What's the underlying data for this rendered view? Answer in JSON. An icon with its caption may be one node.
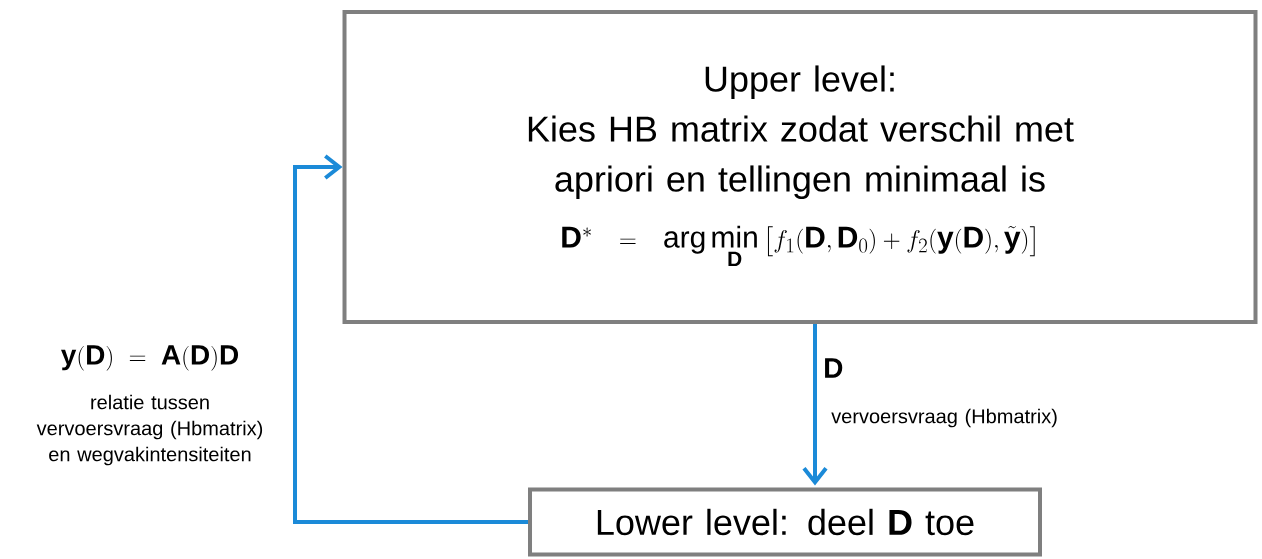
{
  "diagram": {
    "nodes": [
      {
        "text": [
          "Upper level:",
          "Kies HB matrix zodat verschil met apriori en tellingen minimaal is",
          "\\mathbf{D}^{*} = \\arg\\min_{\\mathbf{D}} \\left[ f_1(\\mathbf{D},\\mathbf{D}_0) + f_2(\\mathbf{y}(\\mathbf{D}),\\tilde{\\mathbf{y}}) \\right]"
        ]
      },
      {
        "text": [
          "Lower level: deel **D** toe"
        ]
      }
    ],
    "edges": [
      {
        "from": 1,
        "to": 0,
        "arrow": "to"
      },
      {
        "from": 0,
        "to": 1,
        "arrow": "to"
      }
    ],
    "labels": [
      "\\mathbf{y}(\\mathbf{D}) = \\mathbf{A}(\\mathbf{D})\\mathbf{D}",
      "relatie tussen vervoersvraag (Hbmatrix) en wegvakintensiteiten",
      "\\mathbf{D}",
      "vervoersvraag (Hbmatrix)"
    ]
  }
}
